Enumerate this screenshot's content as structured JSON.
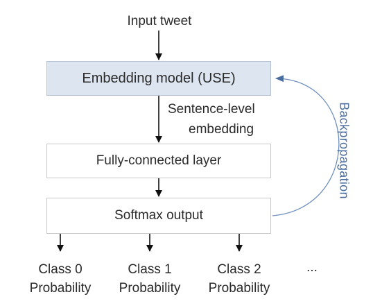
{
  "input_label": "Input tweet",
  "boxes": {
    "embedding": "Embedding model (USE)",
    "dense": "Fully-connected layer",
    "softmax": "Softmax output"
  },
  "edge_label": [
    "Sentence-level",
    "embedding"
  ],
  "backprop_label": "Backpropagation",
  "classes": [
    {
      "line1": "Class 0",
      "line2": "Probability"
    },
    {
      "line1": "Class 1",
      "line2": "Probability"
    },
    {
      "line1": "Class 2",
      "line2": "Probability"
    }
  ],
  "ellipsis": "...",
  "colors": {
    "embedding_fill": "#dde5f0",
    "backprop": "#4a6da0"
  }
}
